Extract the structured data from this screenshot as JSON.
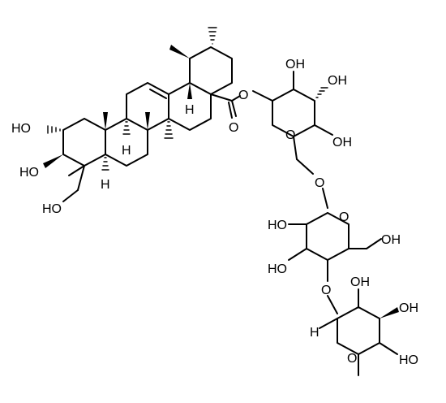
{
  "labels": {
    "oh_c2": "HO",
    "oh_c3": "HO",
    "oh_c23": "HO",
    "h_c9": "H",
    "h_c5": "H",
    "h_c18": "H",
    "ester_o": "O",
    "carbonyl_o": "O",
    "glc1_ring_o": "O",
    "glc1_oh2": "OH",
    "glc1_oh3": "OH",
    "glc1_oh4": "OH",
    "glc1_c6_o": "O",
    "glc2_ring_o": "O",
    "glc2_oh2": "HO",
    "glc2_oh3": "HO",
    "glc2_oh6": "OH",
    "glc2_c4_o": "O",
    "rha_ring_o": "O",
    "rha_h1": "H",
    "rha_oh2": "OH",
    "rha_oh3": "OH",
    "rha_oh4": "HO"
  }
}
